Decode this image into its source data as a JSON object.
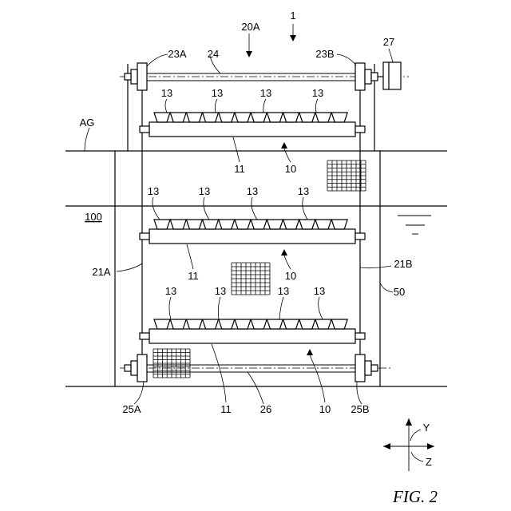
{
  "figure_caption": "FIG. 2",
  "labels": {
    "apparatus": "1",
    "unit_a": "20A",
    "sprocket_top_a": "23A",
    "shaft_top": "24",
    "sprocket_top_b": "23B",
    "motor": "27",
    "ground": "AG",
    "water": "100",
    "chain_a": "21A",
    "chain_b": "21B",
    "tank": "50",
    "sprocket_bottom_a": "25A",
    "shaft_bottom": "26",
    "sprocket_bottom_b": "25B",
    "axis_y": "Y",
    "axis_z": "Z"
  },
  "trays": [
    {
      "tray_label": "10",
      "pipe_label": "11",
      "pot_label": "13"
    },
    {
      "tray_label": "10",
      "pipe_label": "11",
      "pot_label": "13"
    },
    {
      "tray_label": "10",
      "pipe_label": "11",
      "pot_label": "13"
    }
  ]
}
